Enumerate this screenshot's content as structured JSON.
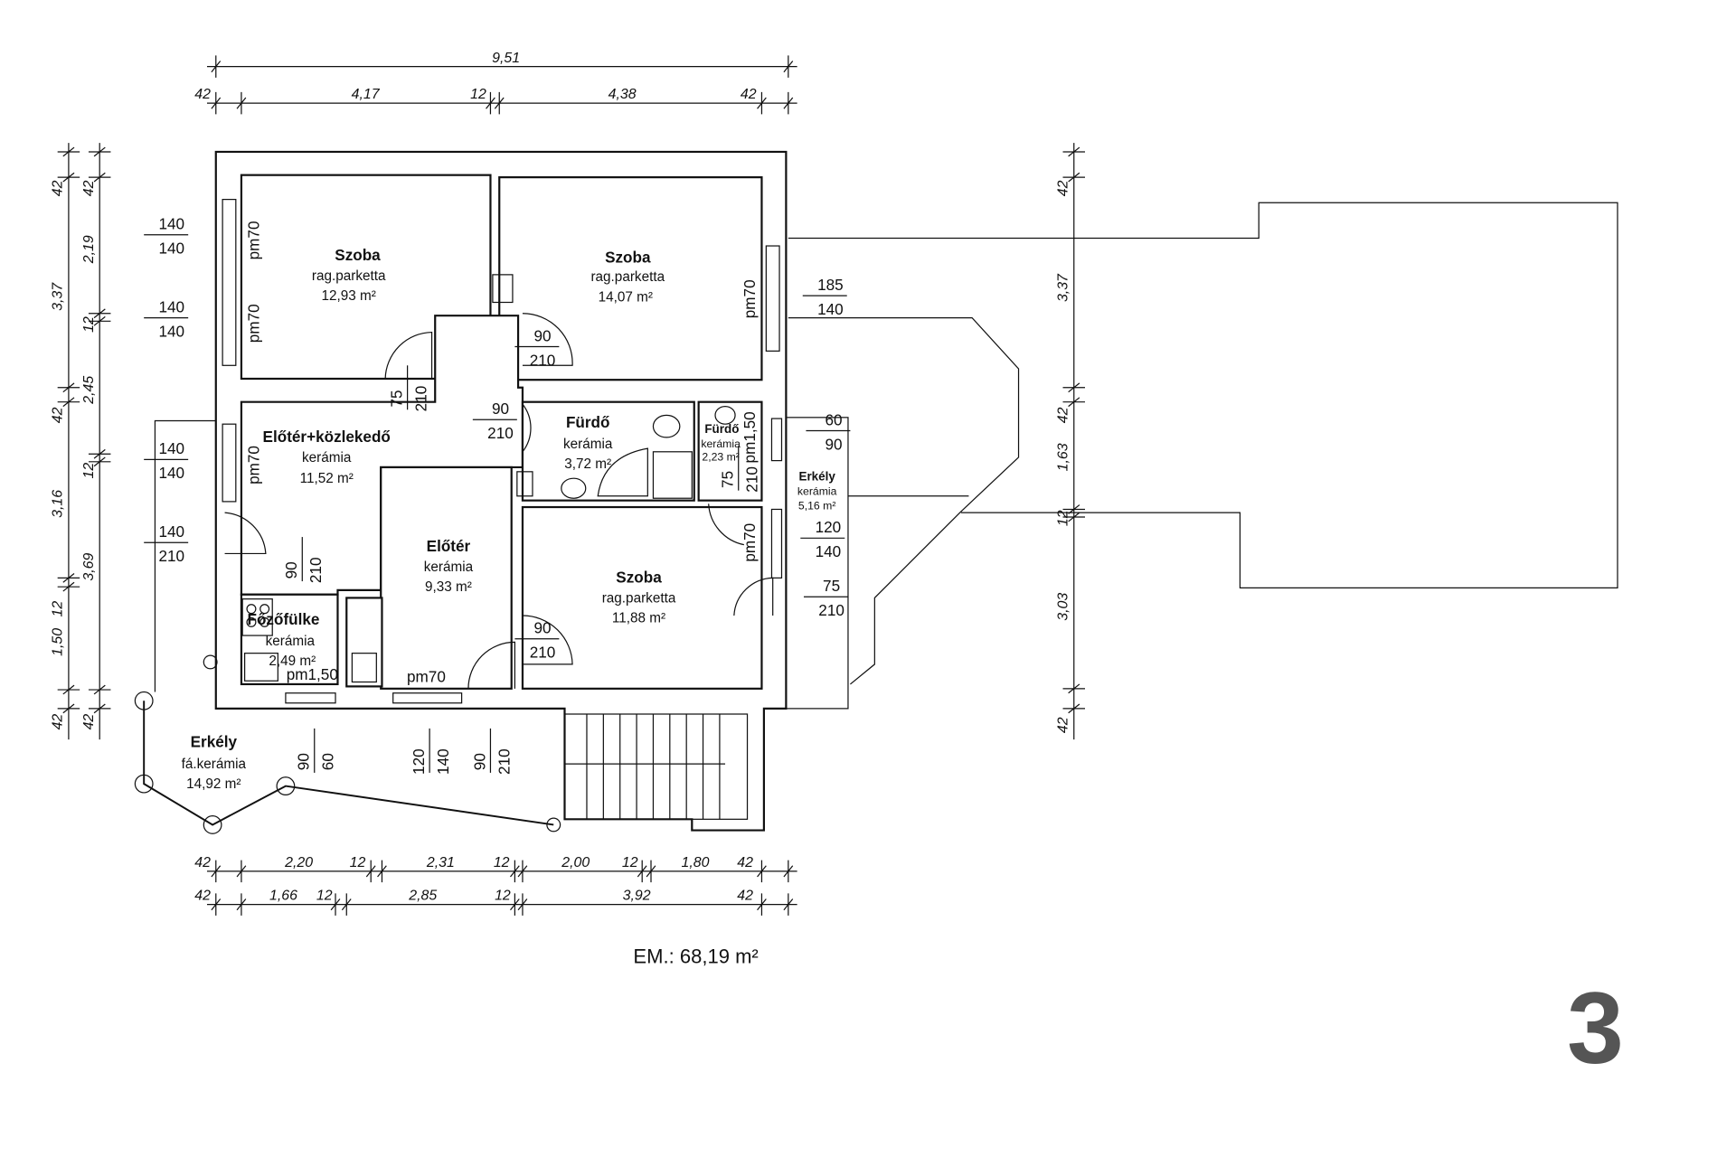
{
  "page_number": "3",
  "total_area": "EM.: 68,19 m²",
  "rooms": [
    {
      "name": "Szoba",
      "floor": "rag.parketta",
      "area": "12,93 m²"
    },
    {
      "name": "Szoba",
      "floor": "rag.parketta",
      "area": "14,07 m²"
    },
    {
      "name": "Előtér+közlekedő",
      "floor": "kerámia",
      "area": "11,52 m²"
    },
    {
      "name": "Fürdő",
      "floor": "kerámia",
      "area": "3,72 m²"
    },
    {
      "name": "Fürdő",
      "floor": "kerámia",
      "area": "2,23 m²"
    },
    {
      "name": "Előtér",
      "floor": "kerámia",
      "area": "9,33 m²"
    },
    {
      "name": "Szoba",
      "floor": "rag.parketta",
      "area": "11,88 m²"
    },
    {
      "name": "Főzőfülke",
      "floor": "kerámia",
      "area": "2,49 m²"
    },
    {
      "name": "Erkély",
      "floor": "fá.kerámia",
      "area": "14,92 m²"
    },
    {
      "name": "Erkély",
      "floor": "kerámia",
      "area": "5,16 m²"
    }
  ],
  "dimensions": {
    "top_total": [
      "9,51"
    ],
    "top_detail": [
      "42",
      "4,17",
      "12",
      "4,38",
      "42"
    ],
    "bottom_row1": [
      "42",
      "2,20",
      "12",
      "2,31",
      "12",
      "2,00",
      "12",
      "1,80",
      "42"
    ],
    "bottom_row2": [
      "42",
      "1,66",
      "12",
      "2,85",
      "12",
      "3,92",
      "42"
    ],
    "left_outer": [
      "42",
      "3,37",
      "42",
      "3,16",
      "12",
      "1,50",
      "42"
    ],
    "left_inner": [
      "42",
      "2,19",
      "12",
      "2,45",
      "12",
      "3,69",
      "42"
    ],
    "right_section": [
      "42",
      "3,37",
      "42",
      "1,63",
      "12",
      "3,03",
      "42"
    ]
  },
  "openings": [
    {
      "top": "140",
      "bottom": "140"
    },
    {
      "top": "140",
      "bottom": "140"
    },
    {
      "top": "140",
      "bottom": "140"
    },
    {
      "top": "140",
      "bottom": "210"
    },
    {
      "top": "185",
      "bottom": "140"
    },
    {
      "top": "60",
      "bottom": "90"
    },
    {
      "top": "120",
      "bottom": "140"
    },
    {
      "top": "75",
      "bottom": "210"
    },
    {
      "top": "90",
      "bottom": "210"
    },
    {
      "top": "75",
      "bottom": "210"
    },
    {
      "top": "90",
      "bottom": "210"
    },
    {
      "top": "90",
      "bottom": "210"
    },
    {
      "top": "90",
      "bottom": "210"
    },
    {
      "top": "75",
      "bottom": "210"
    },
    {
      "top": "90",
      "bottom": "60"
    },
    {
      "top": "120",
      "bottom": "140"
    },
    {
      "top": "90",
      "bottom": "210"
    }
  ],
  "sill_labels": [
    "pm70",
    "pm70",
    "pm70",
    "pm70",
    "pm1,50",
    "pm70",
    "pm1,50",
    "pm70"
  ]
}
